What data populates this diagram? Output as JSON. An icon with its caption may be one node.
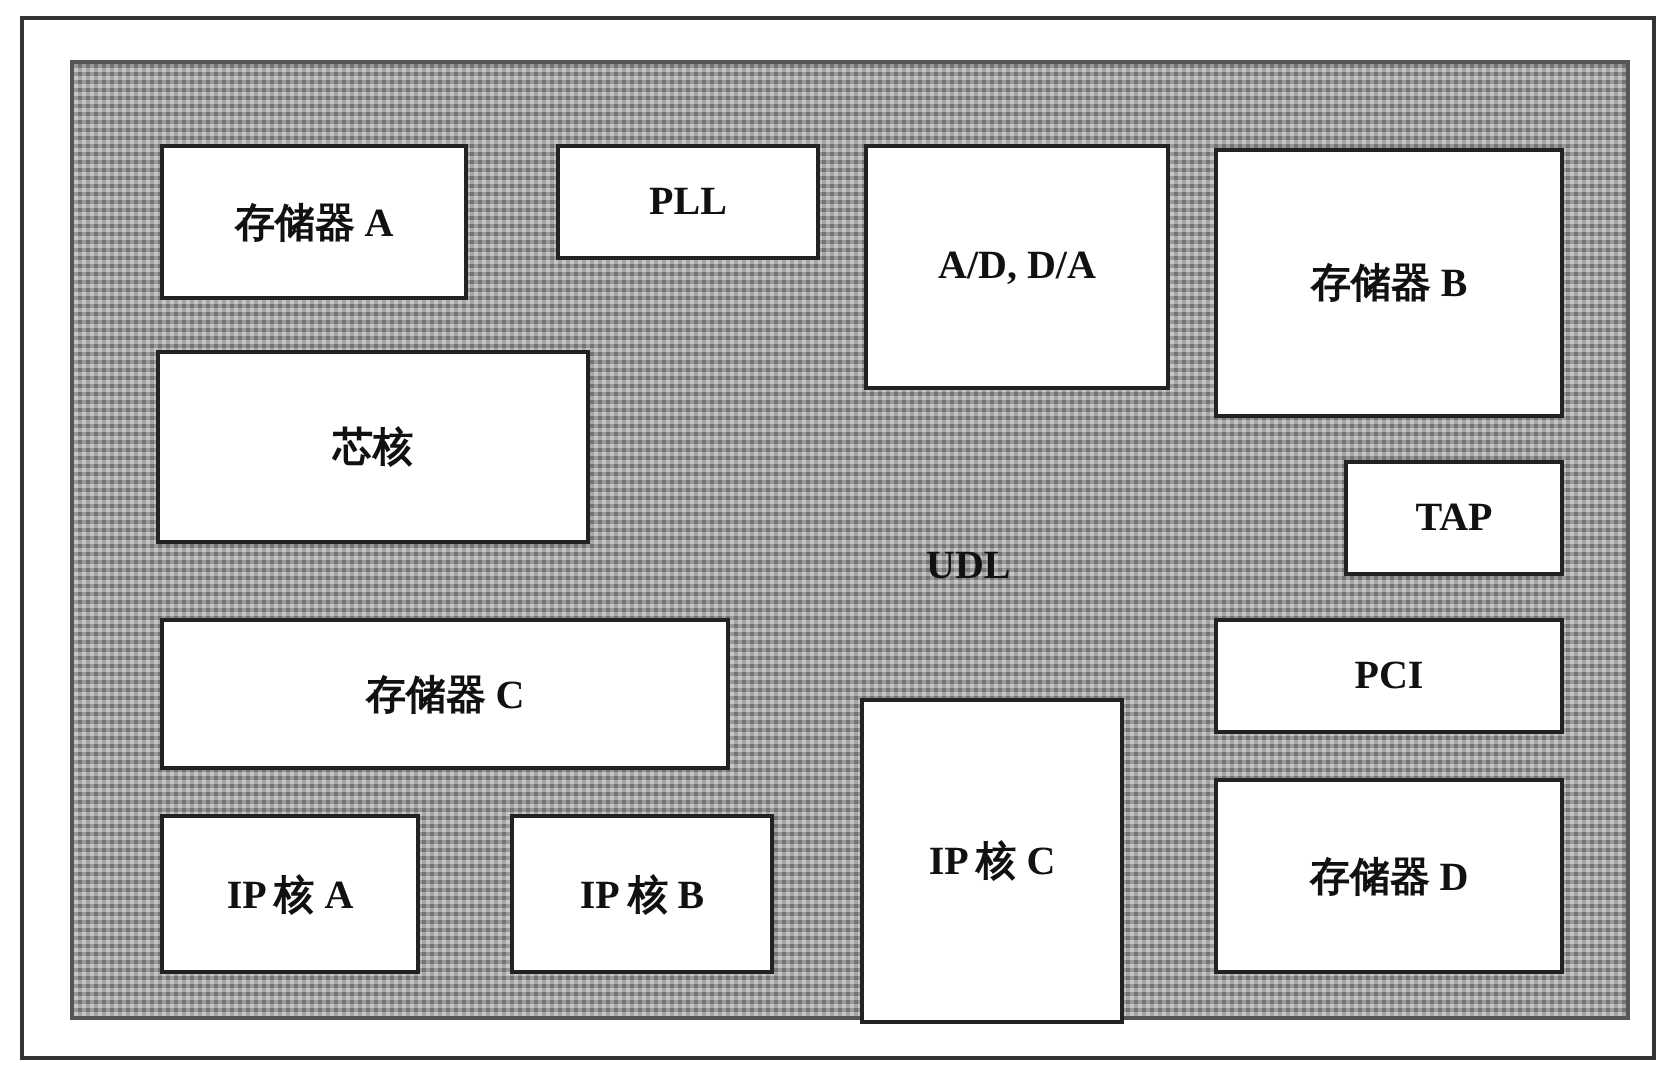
{
  "diagram": {
    "nodes": [
      {
        "text": [
          "UDL"
        ]
      },
      {
        "text": [
          "存储器 A"
        ],
        "in": 0
      },
      {
        "text": [
          "PLL"
        ],
        "in": 0
      },
      {
        "text": [
          "A/D, D/A"
        ],
        "in": 0
      },
      {
        "text": [
          "存储器 B"
        ],
        "in": 0
      },
      {
        "text": [
          "芯核"
        ],
        "in": 0
      },
      {
        "text": [
          "TAP"
        ],
        "in": 0
      },
      {
        "text": [
          "存储器 C"
        ],
        "in": 0
      },
      {
        "text": [
          "PCI"
        ],
        "in": 0
      },
      {
        "text": [
          "IP 核 C"
        ],
        "in": 0
      },
      {
        "text": [
          "存储器 D"
        ],
        "in": 0
      },
      {
        "text": [
          "IP 核 A"
        ],
        "in": 0
      },
      {
        "text": [
          "IP 核 B"
        ],
        "in": 0
      }
    ]
  }
}
